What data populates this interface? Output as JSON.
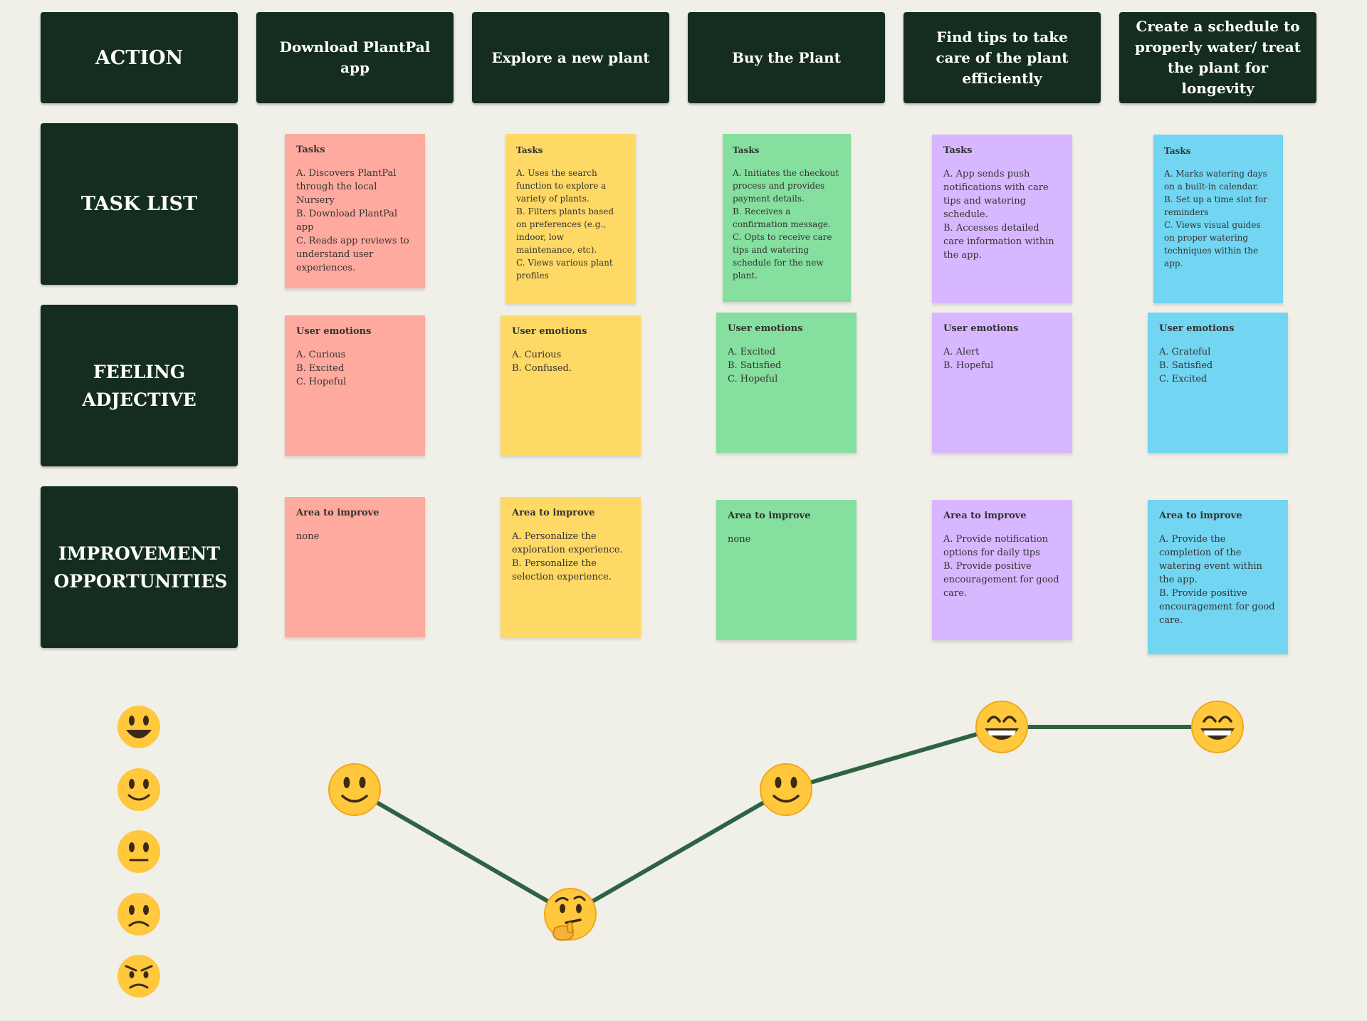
{
  "columns": [
    {
      "action": "Download PlantPal app",
      "color": "#ffaa9f",
      "tasks": {
        "title": "Tasks",
        "items": [
          "A. Discovers PlantPal through the local Nursery",
          "B. Download PlantPal app",
          "C. Reads app reviews to understand user experiences."
        ]
      },
      "emotions": {
        "title": "User emotions",
        "items": [
          "A. Curious",
          "B. Excited",
          "C. Hopeful"
        ]
      },
      "improve": {
        "title": "Area to improve",
        "items": [
          "none"
        ]
      },
      "sentiment": "smiling",
      "sentiment_level": 4
    },
    {
      "action": "Explore a new plant",
      "color": "#ffd966",
      "tasks": {
        "title": "Tasks",
        "items": [
          "A. Uses the search function to explore a variety of plants.",
          "B. Filters plants based on preferences (e.g., indoor, low maintenance, etc).",
          "C. Views various plant profiles"
        ]
      },
      "emotions": {
        "title": "User emotions",
        "items": [
          "A. Curious",
          "B. Confused."
        ]
      },
      "improve": {
        "title": "Area to improve",
        "items": [
          "A. Personalize the exploration experience.",
          "B. Personalize the selection experience."
        ]
      },
      "sentiment": "thinking",
      "sentiment_level": 2
    },
    {
      "action": "Buy the Plant",
      "color": "#85df9f",
      "tasks": {
        "title": "Tasks",
        "items": [
          "A. Initiates the checkout process and provides payment details.",
          "B. Receives a confirmation message.",
          "C. Opts to receive care tips and watering schedule for the new plant."
        ]
      },
      "emotions": {
        "title": "User emotions",
        "items": [
          "A. Excited",
          "B. Satisfied",
          "C. Hopeful"
        ]
      },
      "improve": {
        "title": "Area to improve",
        "items": [
          "none"
        ]
      },
      "sentiment": "smiling",
      "sentiment_level": 4
    },
    {
      "action": "Find tips to take care of the plant efficiently",
      "color": "#d7b7ff",
      "tasks": {
        "title": "Tasks",
        "items": [
          "A. App sends push notifications with care tips and watering schedule.",
          "B. Accesses detailed care information within the app."
        ]
      },
      "emotions": {
        "title": "User emotions",
        "items": [
          "A. Alert",
          "B. Hopeful"
        ]
      },
      "improve": {
        "title": "Area to improve",
        "items": [
          "A. Provide notification options for daily tips",
          "B. Provide positive encouragement for good care."
        ]
      },
      "sentiment": "grinning",
      "sentiment_level": 5
    },
    {
      "action": "Create a schedule to properly water/ treat the plant for longevity",
      "color": "#72d5f1",
      "tasks": {
        "title": "Tasks",
        "items": [
          "A.  Marks watering days on a built-in calendar.",
          "B. Set up a time slot for reminders",
          "C. Views visual guides on proper watering techniques within the app."
        ]
      },
      "emotions": {
        "title": "User emotions",
        "items": [
          "A. Grateful",
          "B.  Satisfied",
          "C. Excited"
        ]
      },
      "improve": {
        "title": "Area to improve",
        "items": [
          "A. Provide the completion of the watering event within the app.",
          "B. Provide positive encouragement for good care."
        ]
      },
      "sentiment": "grinning",
      "sentiment_level": 5
    }
  ],
  "rows": {
    "action": "ACTION",
    "tasks": "TASK LIST",
    "emotions": "FEELING ADJECTIVE",
    "improve": "IMPROVEMENT OPPORTUNITIES"
  },
  "scale": [
    "very-happy",
    "happy",
    "neutral",
    "sad",
    "angry"
  ],
  "line_color": "#2f6340"
}
